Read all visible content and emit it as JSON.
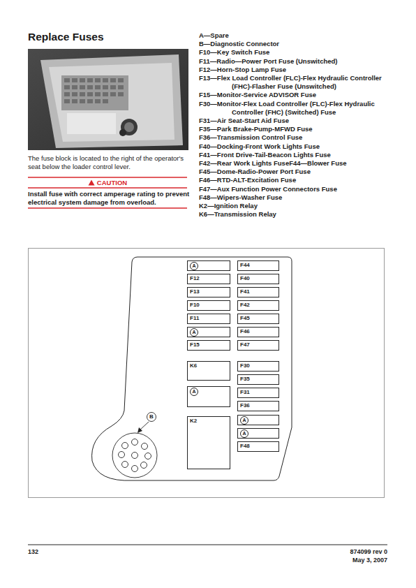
{
  "diagram": {
    "title": "Replace Fuses",
    "nodes": [
      {
        "text": [
          "A"
        ]
      },
      {
        "text": [
          "F12"
        ]
      },
      {
        "text": [
          "F13"
        ]
      },
      {
        "text": [
          "F10"
        ]
      },
      {
        "text": [
          "F11"
        ]
      },
      {
        "text": [
          "A"
        ]
      },
      {
        "text": [
          "F15"
        ]
      },
      {
        "text": [
          "K6"
        ]
      },
      {
        "text": [
          "A"
        ]
      },
      {
        "text": [
          "K2"
        ]
      },
      {
        "text": [
          "F44"
        ]
      },
      {
        "text": [
          "F40"
        ]
      },
      {
        "text": [
          "F41"
        ]
      },
      {
        "text": [
          "F42"
        ]
      },
      {
        "text": [
          "F45"
        ]
      },
      {
        "text": [
          "F46"
        ]
      },
      {
        "text": [
          "F47"
        ]
      },
      {
        "text": [
          "F30"
        ]
      },
      {
        "text": [
          "F35"
        ]
      },
      {
        "text": [
          "F31"
        ]
      },
      {
        "text": [
          "F36"
        ]
      },
      {
        "text": [
          "A"
        ]
      },
      {
        "text": [
          "A"
        ]
      },
      {
        "text": [
          "F48"
        ]
      }
    ],
    "labels": [
      "The fuse block is located to the right of the operator's seat below the loader control lever.",
      "CAUTION",
      "Install fuse with correct amperage rating to prevent electrical system damage from overload.",
      "A—Spare",
      "B—Diagnostic Connector",
      "F10—Key Switch Fuse",
      "F11—Radio—Power Port Fuse (Unswitched)",
      "F12—Horn-Stop Lamp Fuse",
      "F13—Flex Load Controller (FLC)-Flex Hydraulic Controller (FHC)-Flasher Fuse (Unswitched)",
      "F15—Monitor-Service ADVISOR Fuse",
      "F30—Monitor-Flex Load Controller (FLC)-Flex Hydraulic Controller (FHC) (Switched) Fuse",
      "F31—Air Seat-Start Aid Fuse",
      "F35—Park Brake-Pump-MFWD Fuse",
      "F36—Transmission Control Fuse",
      "F40—Docking-Front Work Lights Fuse",
      "F41—Front Drive-Tail-Beacon Lights Fuse",
      "F42—Rear Work Lights FuseF44—Blower Fuse",
      "F45—Dome-Radio-Power Port Fuse",
      "F46—RTD-ALT-Excitation Fuse",
      "F47—Aux Function Power Connectors Fuse",
      "F48—Wipers-Washer Fuse",
      "K2—Ignition Relay",
      "K6—Transmission Relay",
      "B",
      "132",
      "874099 rev 0",
      "May 3, 2007"
    ]
  }
}
